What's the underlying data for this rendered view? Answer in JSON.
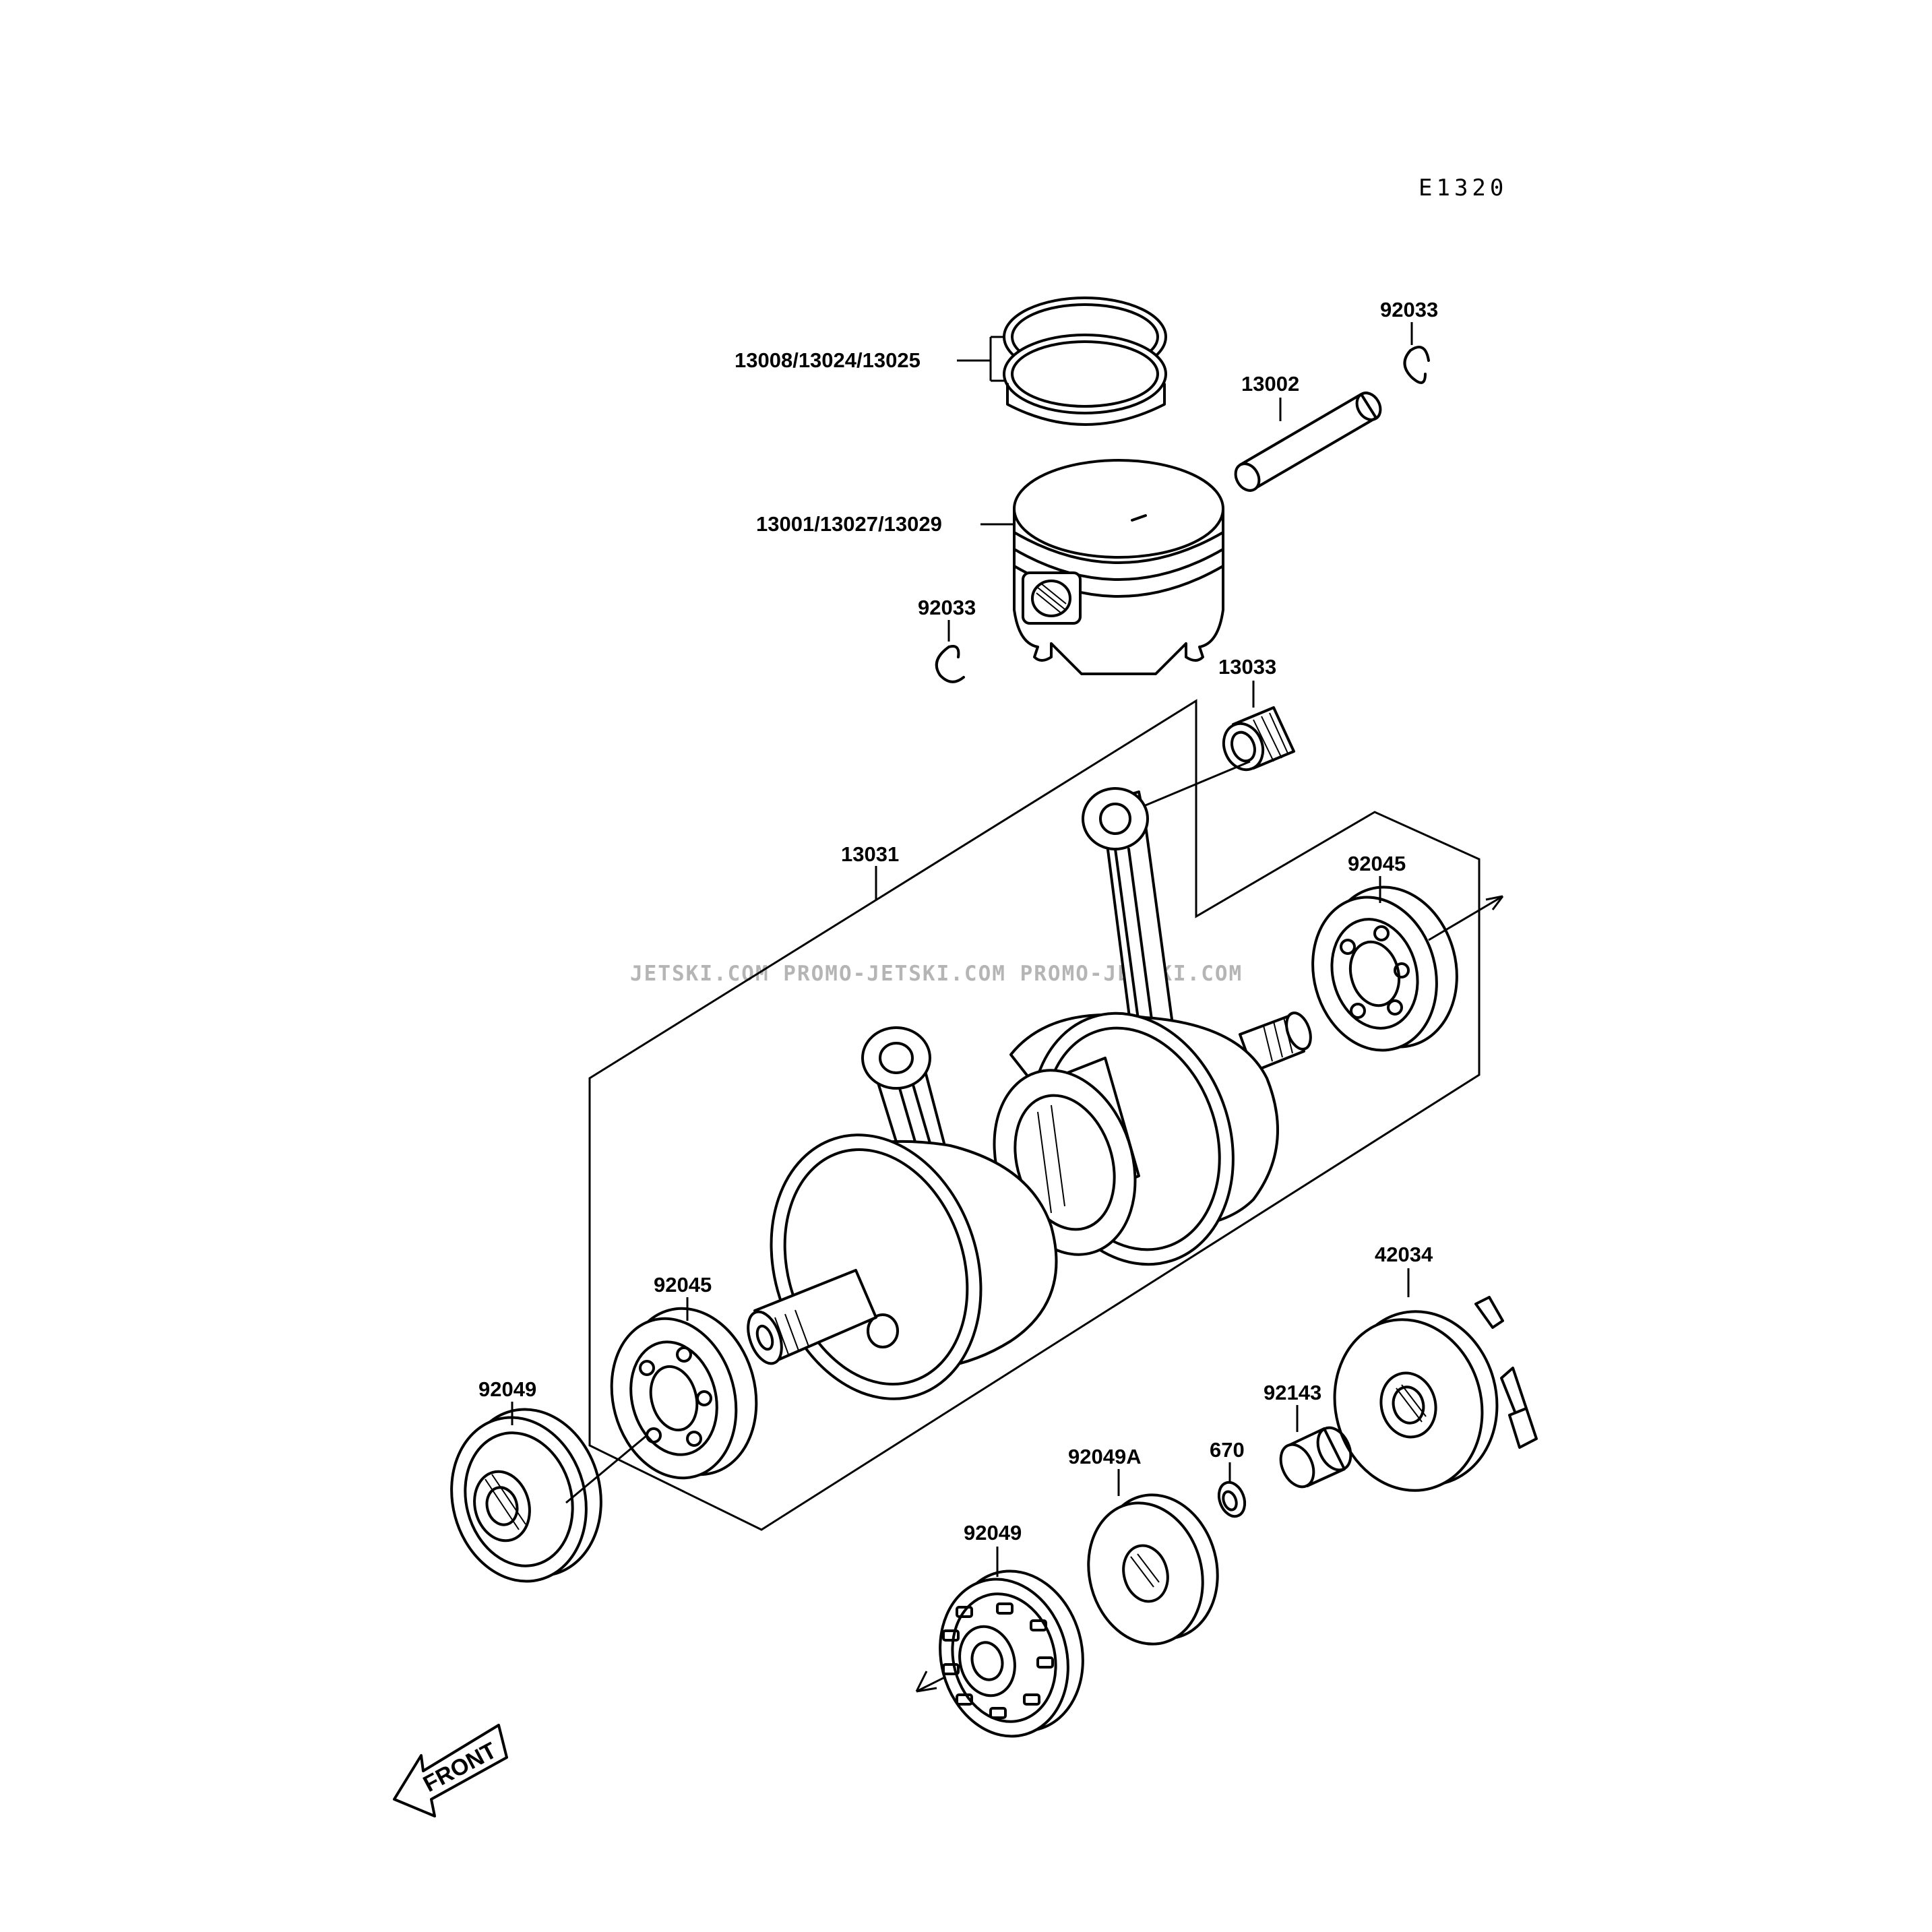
{
  "diagram": {
    "code": "E1320",
    "watermark": "JETSKI.COM  PROMO-JETSKI.COM  PROMO-JETSKI.COM",
    "front_label": "FRONT",
    "labels": {
      "ring_set": "13008/13024/13025",
      "piston": "13001/13027/13029",
      "piston_pin": "13002",
      "circlip_right": "92033",
      "circlip_left": "92033",
      "needle_bearing": "13033",
      "crankshaft": "13031",
      "bearing_right": "92045",
      "bearing_left": "92045",
      "oil_seal_left": "92049",
      "oil_seal_bottom": "92049",
      "oil_seal_a": "92049A",
      "o_ring": "670",
      "collar": "92143",
      "coupling": "42034"
    }
  }
}
